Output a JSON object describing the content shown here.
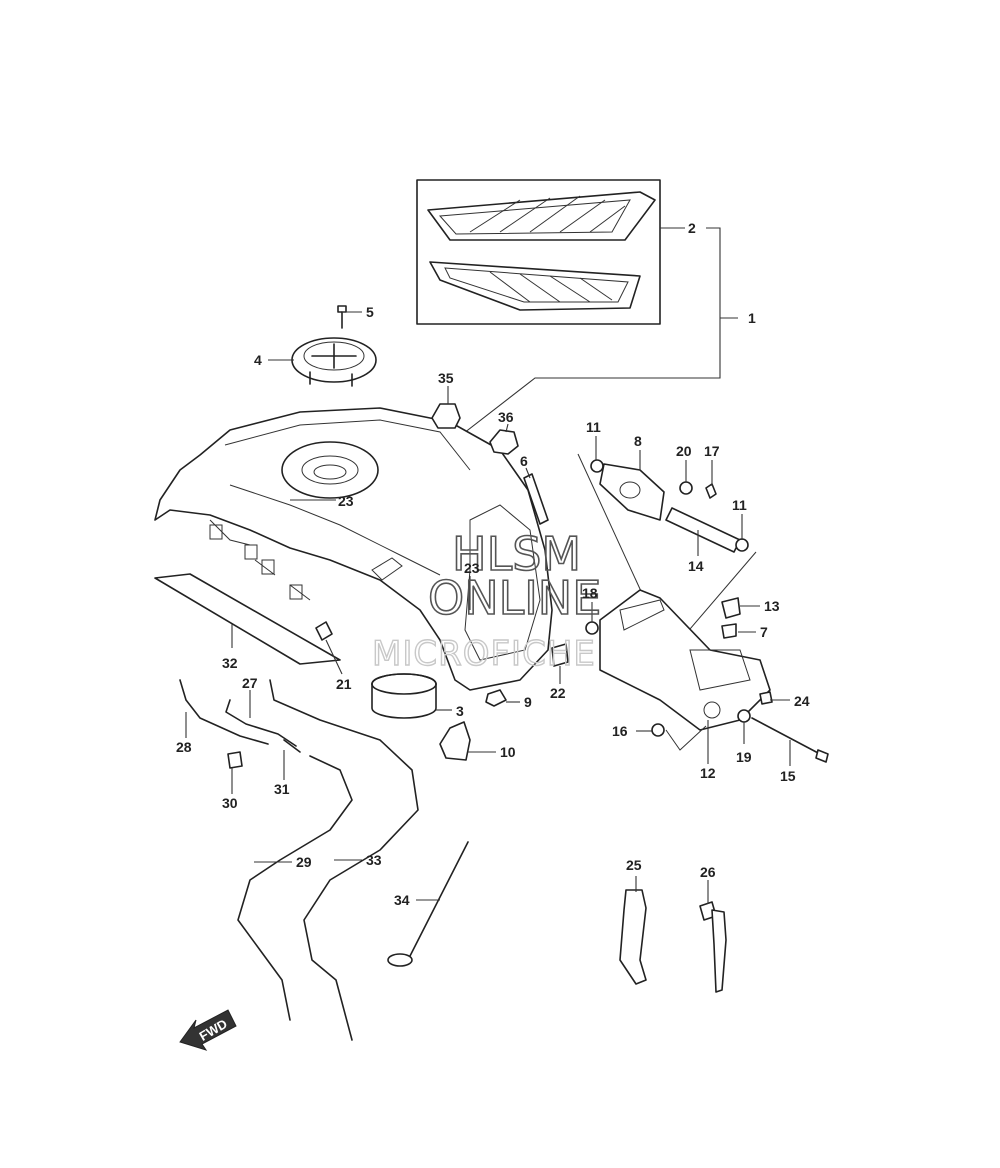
{
  "callouts": [
    {
      "id": "c1",
      "text": "1"
    },
    {
      "id": "c2",
      "text": "2"
    },
    {
      "id": "c3",
      "text": "3"
    },
    {
      "id": "c4",
      "text": "4"
    },
    {
      "id": "c5",
      "text": "5"
    },
    {
      "id": "c6",
      "text": "6"
    },
    {
      "id": "c7",
      "text": "7"
    },
    {
      "id": "c8",
      "text": "8"
    },
    {
      "id": "c9",
      "text": "9"
    },
    {
      "id": "c10",
      "text": "10"
    },
    {
      "id": "c11a",
      "text": "11"
    },
    {
      "id": "c11b",
      "text": "11"
    },
    {
      "id": "c12",
      "text": "12"
    },
    {
      "id": "c13",
      "text": "13"
    },
    {
      "id": "c14",
      "text": "14"
    },
    {
      "id": "c15",
      "text": "15"
    },
    {
      "id": "c16",
      "text": "16"
    },
    {
      "id": "c17",
      "text": "17"
    },
    {
      "id": "c18",
      "text": "18"
    },
    {
      "id": "c19",
      "text": "19"
    },
    {
      "id": "c20",
      "text": "20"
    },
    {
      "id": "c21",
      "text": "21"
    },
    {
      "id": "c22",
      "text": "22"
    },
    {
      "id": "c23a",
      "text": "23"
    },
    {
      "id": "c23b",
      "text": "23"
    },
    {
      "id": "c24",
      "text": "24"
    },
    {
      "id": "c25",
      "text": "25"
    },
    {
      "id": "c26",
      "text": "26"
    },
    {
      "id": "c27",
      "text": "27"
    },
    {
      "id": "c28",
      "text": "28"
    },
    {
      "id": "c29",
      "text": "29"
    },
    {
      "id": "c30",
      "text": "30"
    },
    {
      "id": "c31",
      "text": "31"
    },
    {
      "id": "c32",
      "text": "32"
    },
    {
      "id": "c33",
      "text": "33"
    },
    {
      "id": "c34",
      "text": "34"
    },
    {
      "id": "c35",
      "text": "35"
    },
    {
      "id": "c36",
      "text": "36"
    }
  ],
  "watermark": {
    "line1": "HLSM",
    "line2": "ONLINE",
    "line3": "MICROFICHE"
  },
  "fwd_label": "FWD"
}
